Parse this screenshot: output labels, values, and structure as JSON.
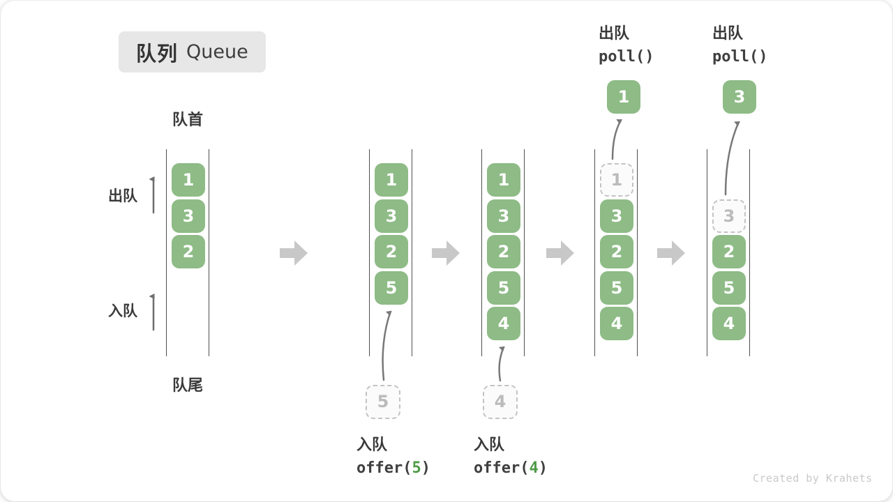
{
  "title": {
    "zh": "队列",
    "en": "Queue"
  },
  "side_labels": {
    "front": "队首",
    "rear": "队尾",
    "dequeue": "出队",
    "enqueue": "入队"
  },
  "annotations": {
    "enqueue5": {
      "title": "入队",
      "code_pre": "offer(",
      "code_arg": "5",
      "code_post": ")"
    },
    "enqueue4": {
      "title": "入队",
      "code_pre": "offer(",
      "code_arg": "4",
      "code_post": ")"
    },
    "poll1": {
      "title": "出队",
      "code": "poll()"
    },
    "poll2": {
      "title": "出队",
      "code": "poll()"
    }
  },
  "states": [
    {
      "name": "state-initial",
      "boxes": [
        {
          "slot": 0,
          "value": "1",
          "style": "green"
        },
        {
          "slot": 1,
          "value": "3",
          "style": "green"
        },
        {
          "slot": 2,
          "value": "2",
          "style": "green"
        }
      ]
    },
    {
      "name": "state-after-offer-5",
      "boxes": [
        {
          "slot": 0,
          "value": "1",
          "style": "green"
        },
        {
          "slot": 1,
          "value": "3",
          "style": "green"
        },
        {
          "slot": 2,
          "value": "2",
          "style": "green"
        },
        {
          "slot": 3,
          "value": "5",
          "style": "green"
        }
      ],
      "external_box": {
        "value": "5",
        "style": "dashed",
        "position": "below"
      }
    },
    {
      "name": "state-after-offer-4",
      "boxes": [
        {
          "slot": 0,
          "value": "1",
          "style": "green"
        },
        {
          "slot": 1,
          "value": "3",
          "style": "green"
        },
        {
          "slot": 2,
          "value": "2",
          "style": "green"
        },
        {
          "slot": 3,
          "value": "5",
          "style": "green"
        },
        {
          "slot": 4,
          "value": "4",
          "style": "green"
        }
      ],
      "external_box": {
        "value": "4",
        "style": "dashed",
        "position": "below"
      }
    },
    {
      "name": "state-after-poll-1",
      "boxes": [
        {
          "slot": 0,
          "value": "1",
          "style": "dashed"
        },
        {
          "slot": 1,
          "value": "3",
          "style": "green"
        },
        {
          "slot": 2,
          "value": "2",
          "style": "green"
        },
        {
          "slot": 3,
          "value": "5",
          "style": "green"
        },
        {
          "slot": 4,
          "value": "4",
          "style": "green"
        }
      ],
      "external_box": {
        "value": "1",
        "style": "green",
        "position": "above"
      }
    },
    {
      "name": "state-after-poll-3",
      "boxes": [
        {
          "slot": 1,
          "value": "3",
          "style": "dashed"
        },
        {
          "slot": 2,
          "value": "2",
          "style": "green"
        },
        {
          "slot": 3,
          "value": "5",
          "style": "green"
        },
        {
          "slot": 4,
          "value": "4",
          "style": "green"
        }
      ],
      "external_box": {
        "value": "3",
        "style": "green",
        "position": "above"
      }
    }
  ],
  "colors": {
    "box_green": "#8ebb86",
    "code_arg_green": "#4e9b47",
    "flow_arrow_gray": "#c8c8c8",
    "curve_arrow_gray": "#787878",
    "column_line": "#4f4f4f",
    "dashed_border": "#c3c3c3",
    "text_dark": "#3a3a3a",
    "badge_bg": "#e7e7e7",
    "watermark_gray": "#c9c9c9"
  },
  "watermark": "Created by Krahets"
}
